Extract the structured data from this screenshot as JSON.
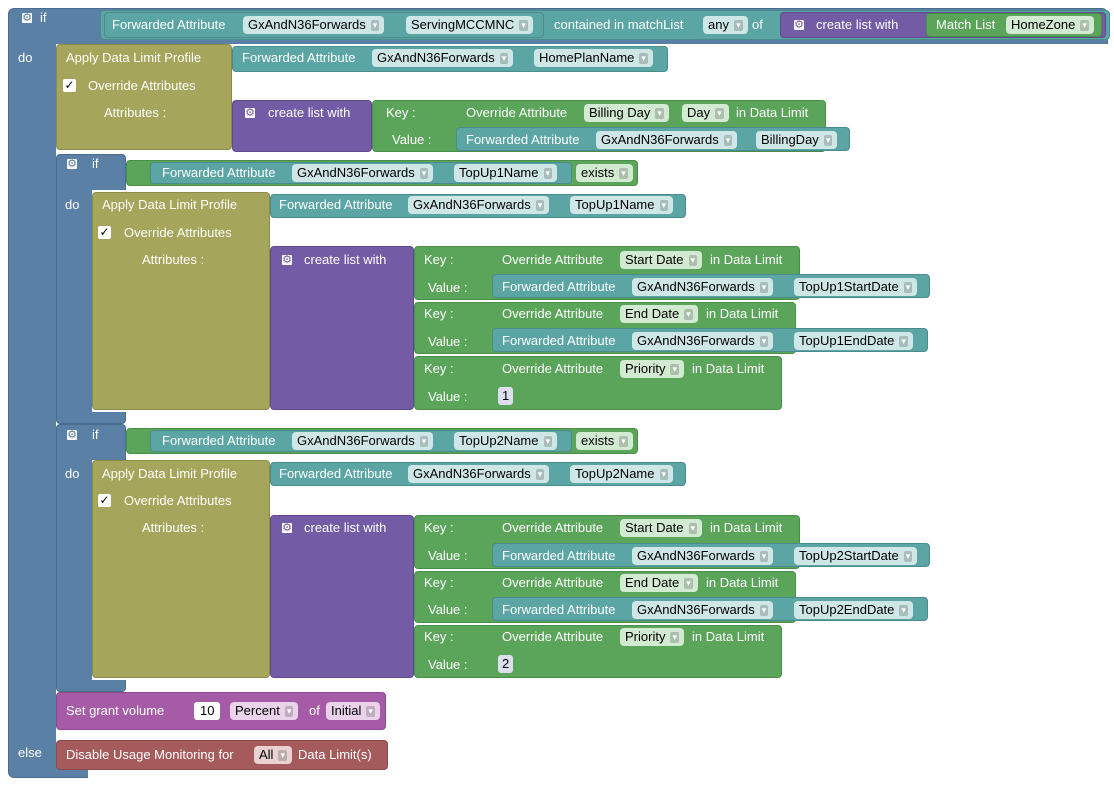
{
  "top_if": {
    "if_label": "if",
    "do_label": "do",
    "else_label": "else",
    "condition": {
      "forwarded_label": "Forwarded Attribute",
      "group": "GxAndN36Forwards",
      "attr": "ServingMCCMNC",
      "contained_label": "contained in matchList",
      "mode": "any",
      "of_label": "of",
      "create_list_label": "create list with",
      "match_list_label": "Match List",
      "match_list_value": "HomeZone"
    }
  },
  "apply_home": {
    "title": "Apply Data Limit Profile",
    "forwarded_label": "Forwarded Attribute",
    "group": "GxAndN36Forwards",
    "attr": "HomePlanName",
    "override_label": "Override Attributes",
    "attributes_label": "Attributes :",
    "create_list_label": "create list with",
    "key_label": "Key :",
    "value_label": "Value :",
    "override_attr_label": "Override Attribute",
    "key_attr": "Billing Day",
    "key_attr2": "Day",
    "in_limit_label": "in Data Limit",
    "value_group": "GxAndN36Forwards",
    "value_attr": "BillingDay"
  },
  "topups": [
    {
      "if_label": "if",
      "do_label": "do",
      "cond_forwarded_label": "Forwarded Attribute",
      "cond_group": "GxAndN36Forwards",
      "cond_attr": "TopUp1Name",
      "exists_label": "exists",
      "apply_title": "Apply Data Limit Profile",
      "apply_forwarded_label": "Forwarded Attribute",
      "apply_group": "GxAndN36Forwards",
      "apply_attr": "TopUp1Name",
      "override_label": "Override Attributes",
      "attributes_label": "Attributes :",
      "create_list_label": "create list with",
      "pairs": [
        {
          "key_label": "Key :",
          "override_label": "Override Attribute",
          "key_attr": "Start Date",
          "in_limit": "in Data Limit",
          "value_label": "Value :",
          "forwarded_label": "Forwarded Attribute",
          "group": "GxAndN36Forwards",
          "attr": "TopUp1StartDate"
        },
        {
          "key_label": "Key :",
          "override_label": "Override Attribute",
          "key_attr": "End Date",
          "in_limit": "in Data Limit",
          "value_label": "Value :",
          "forwarded_label": "Forwarded Attribute",
          "group": "GxAndN36Forwards",
          "attr": "TopUp1EndDate"
        },
        {
          "key_label": "Key :",
          "override_label": "Override Attribute",
          "key_attr": "Priority",
          "in_limit": "in Data Limit",
          "value_label": "Value :",
          "number": "1"
        }
      ]
    },
    {
      "if_label": "if",
      "do_label": "do",
      "cond_forwarded_label": "Forwarded Attribute",
      "cond_group": "GxAndN36Forwards",
      "cond_attr": "TopUp2Name",
      "exists_label": "exists",
      "apply_title": "Apply Data Limit Profile",
      "apply_forwarded_label": "Forwarded Attribute",
      "apply_group": "GxAndN36Forwards",
      "apply_attr": "TopUp2Name",
      "override_label": "Override Attributes",
      "attributes_label": "Attributes :",
      "create_list_label": "create list with",
      "pairs": [
        {
          "key_label": "Key :",
          "override_label": "Override Attribute",
          "key_attr": "Start Date",
          "in_limit": "in Data Limit",
          "value_label": "Value :",
          "forwarded_label": "Forwarded Attribute",
          "group": "GxAndN36Forwards",
          "attr": "TopUp2StartDate"
        },
        {
          "key_label": "Key :",
          "override_label": "Override Attribute",
          "key_attr": "End Date",
          "in_limit": "in Data Limit",
          "value_label": "Value :",
          "forwarded_label": "Forwarded Attribute",
          "group": "GxAndN36Forwards",
          "attr": "TopUp2EndDate"
        },
        {
          "key_label": "Key :",
          "override_label": "Override Attribute",
          "key_attr": "Priority",
          "in_limit": "in Data Limit",
          "value_label": "Value :",
          "number": "2"
        }
      ]
    }
  ],
  "grant": {
    "label": "Set grant volume",
    "value": "10",
    "unit": "Percent",
    "of_label": "of",
    "base": "Initial"
  },
  "disable": {
    "label": "Disable Usage Monitoring for",
    "scope": "All",
    "suffix": "Data Limit(s)"
  },
  "colors": {
    "logic": "#5b80a5",
    "profile": "#a5a55b",
    "list": "#745ba5",
    "map": "#5ba55b",
    "attribute": "#5ba5a5",
    "grant": "#a55ba5",
    "disable": "#a55b5b"
  },
  "icons": {
    "gear": "gear-icon",
    "caret": "chevron-down-icon",
    "check": "checkmark-icon"
  }
}
